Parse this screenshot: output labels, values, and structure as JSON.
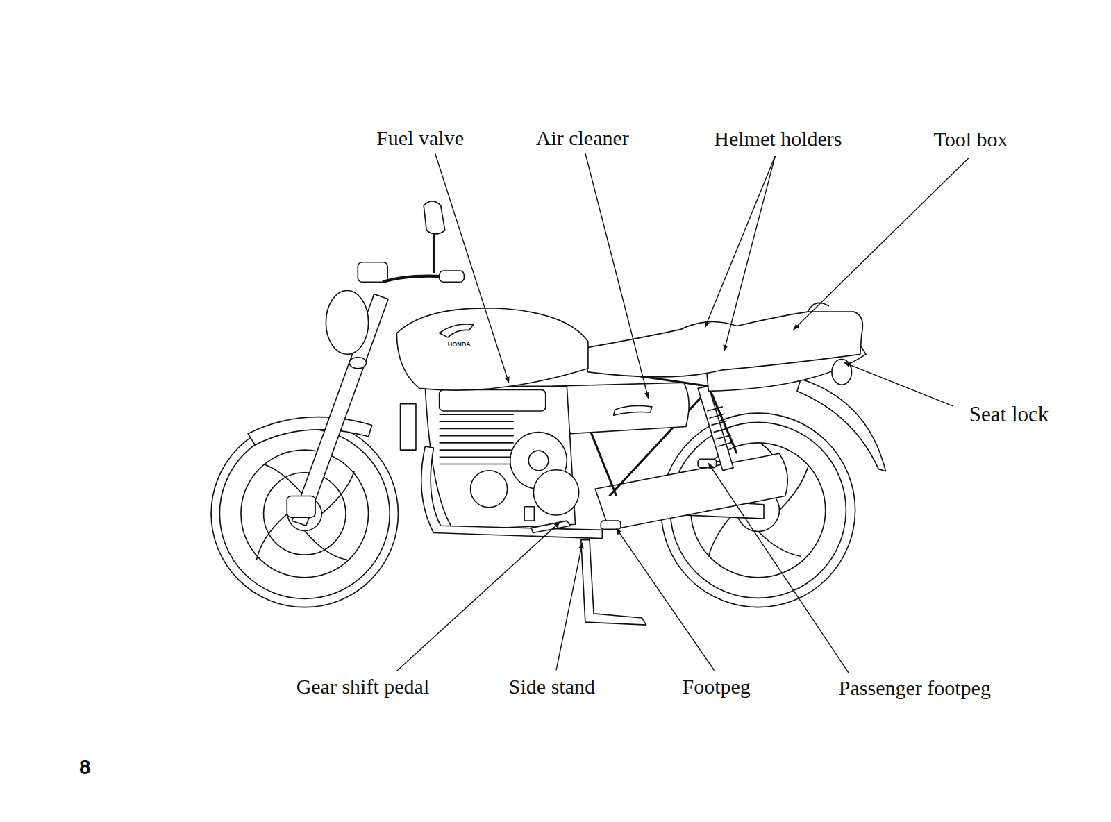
{
  "diagram": {
    "labels": [
      "Fuel valve",
      "Air cleaner",
      "Helmet holders",
      "Tool box",
      "Seat lock",
      "Gear shift pedal",
      "Side stand",
      "Footpeg",
      "Passenger footpeg",
      "HONDA",
      "8"
    ]
  }
}
